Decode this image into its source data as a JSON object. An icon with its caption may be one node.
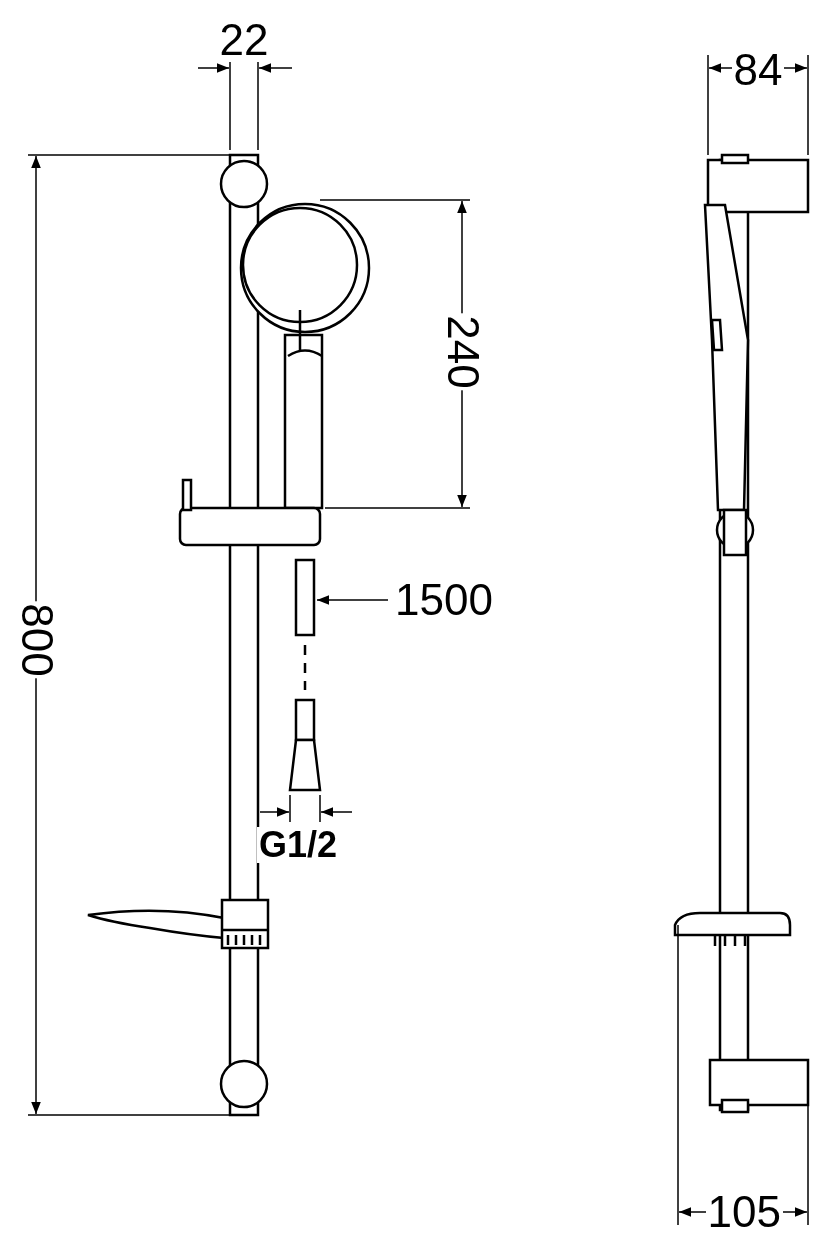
{
  "diagram": {
    "labels": [
      "22",
      "84",
      "240",
      "800",
      "1500",
      "G1/2",
      "105"
    ]
  }
}
